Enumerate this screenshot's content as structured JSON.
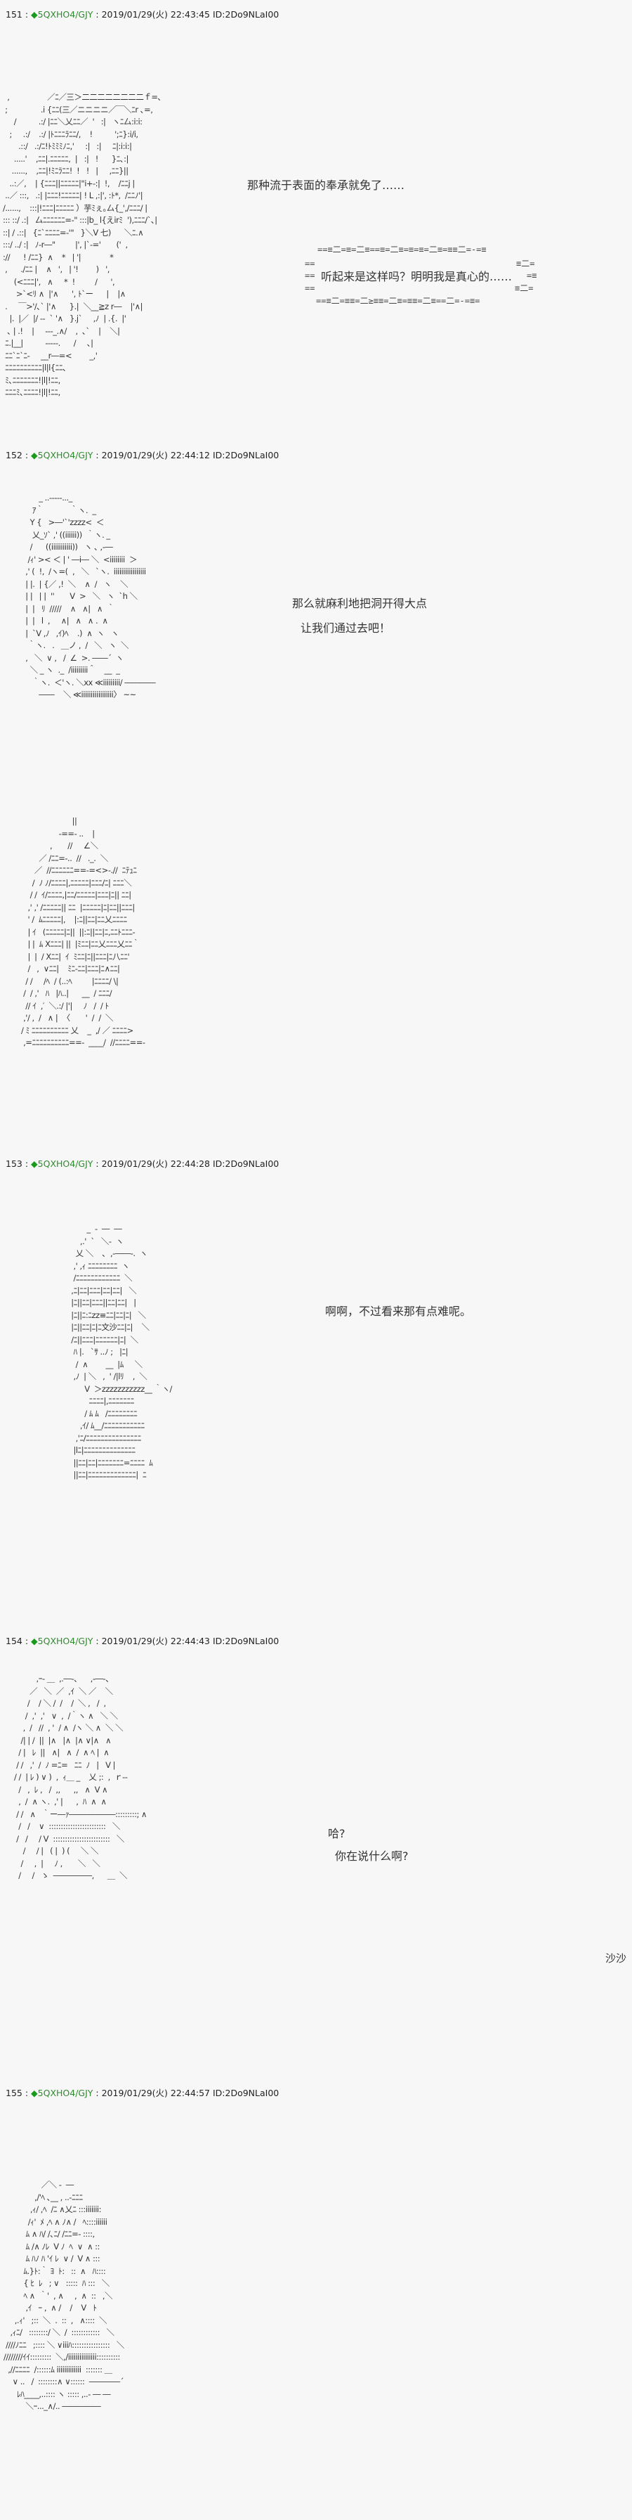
{
  "posts": [
    {
      "num": "151",
      "sep": " : ",
      "diamond": "◆",
      "trip": "5QXHO4/GJY",
      "meta": " : 2019/01/29(火) 22:43:45 ID:2Do9NLaI00",
      "lines": [
        "那种流于表面的奉承就免了……",
        "听起来是这样吗？明明我是真心的……"
      ],
      "bubble_top": "==≡二=≡=二≡==≡=二≡=≡=≡=二≡=≡≡二=-=≡",
      "bubble_bottom": "==≡二=≡≡=二≥≡≡=二≡=≡≡=二≡==二=-=≡="
    },
    {
      "num": "152",
      "sep": " : ",
      "diamond": "◆",
      "trip": "5QXHO4/GJY",
      "meta": " : 2019/01/29(火) 22:44:12 ID:2Do9NLaI00",
      "lines": [
        "那么就麻利地把洞开得大点",
        "让我们通过去吧！"
      ]
    },
    {
      "num": "153",
      "sep": " : ",
      "diamond": "◆",
      "trip": "5QXHO4/GJY",
      "meta": " : 2019/01/29(火) 22:44:28 ID:2Do9NLaI00",
      "lines": [
        "啊啊，不过看来那有点难呢。"
      ]
    },
    {
      "num": "154",
      "sep": " : ",
      "diamond": "◆",
      "trip": "5QXHO4/GJY",
      "meta": " : 2019/01/29(火) 22:44:43 ID:2Do9NLaI00",
      "lines": [
        "哈?",
        "你在说什么啊?",
        "沙沙"
      ]
    },
    {
      "num": "155",
      "sep": " : ",
      "diamond": "◆",
      "trip": "5QXHO4/GJY",
      "meta": " : 2019/01/29(火) 22:44:57 ID:2Do9NLaI00",
      "lines": []
    }
  ],
  "art": {
    "a151": "  ,                 ／ﾆ／三＞二二二二二二二二ｆ=､\n ;               .i {ﾆﾆ(三／ニニニニ／￣＼ﾆr ､=,\n     /          .:/ |ﾆﾆ＼乂ﾆﾆ／  '   :|   ヽﾆ厶:i:i:\n   ;     .:/    .:/ |ﾄﾆﾆﾆﾗﾆﾆ/,    !          ';ﾆ}:i/i,\n       .::/   .:/ﾆ!ﾄﾐﾐﾐﾉﾆ,'     :|   :|     ﾆ|:i:i:|\n     .....'    ,ﾆﾆ|.ﾆﾆﾆﾆﾆ,  |   :|   !      }ﾆ､:|\n    ......,    ,ﾆﾆ|!ﾐﾆﾗﾆﾆ!  !   !   |     ,ﾆﾆ}||\n   ..:／,    | {ﾆﾆﾆ||ﾆﾆﾆﾆﾆ|\"i+-:|  !,    /ﾆﾆj |\n ..／ :::,   .:| |ﾆﾆﾆ!ﾆﾆﾆﾆﾆ| ! L ,:|', :ﾄ*,  /ﾆﾆﾉ'|\n/......,    :::|!ﾆﾆﾆ|ﾆﾆﾆﾆﾆ ）芋ﾐぇ｡厶{_',/ﾆﾆﾆ/ |\n::: ::/ .:|   厶ﾆﾆﾆﾆﾆﾆ=-\" :::|b_ l{えirﾐ  '),ﾆﾆﾆ/`､|\n::| / .::|   {ﾆ`ﾆﾆﾆﾆ=-'\"   }＼V 七)      ＼ﾆ.∧\n:::/ ../ :|   ﾉ-r―\"         |', |`-='       ('  ,\n://      ! /ﾆﾆ}  ∧    *   | '|             *\n ,      ./ﾆﾆ |    ∧   ',   | '!        )   ',\n     (<ﾆﾆﾆ|',   ∧     *  !         /      ',\n      >`<ﾘ ∧  |'∧      ', ﾄ`ー      |    |∧\n .     ￣>'/､` |'∧      }.|  ＼__≧z r―    |'∧|\n   |.  |／  |/ --  ` '∧   }.j`     ,ﾉ  | .{.  |'\n  ､ | .!    |     ---_.∧/    ,  ､`    |    ＼|\n ﾆ.|__|          -----.      /     ､|\n ﾆﾆ`ﾆ`ﾆ-     __r―=<        _,'\n ﾆﾆﾆﾆﾆﾆﾆﾆﾆﾆ|l|l{ﾆﾆ､\n ﾐ､ﾆﾆﾆﾆﾆﾆﾆ!|l|!ﾆﾆ,\n ﾆﾆﾆﾐ､ﾆﾆﾆﾆ!|l|!ﾆﾆ,",
    "a152a": "        _ ..-----..._\n     ｱ｀            ｀ヽ.  _\n    Y {   >―'`'zzzz<  ＜\n     乂_ｿ` ,' ((iiiiii))  ｀ヽ. _\n    /      ((iiiiiiiiiii))   ヽ ､ ,-―\n   /ｨ' >< ＜ | ' ―i― ＼  <iiiiiiii  ＞\n  ,' (  !,  /ヽ=(  ,   ＼   `ヽ.  iiiiiiiiiiiiiiiii\n  | |.  | {／ ,!  ＼    ∧  /   ヽ    ＼\n  | |   | |  ''       V  >   ＼   ヽ  `h ＼\n  |  |   ﾘ  /////    ∧   ∧|   ∧  ｀\n  |  |   l  ,     ∧|   ∧   ∧ .  ∧\n  |  `V ,ﾉ   ,ｲ)ﾍ    .)  ∧  ヽ   ヽ\n   ｀ヽ.   .   ＿ノ ,  /   ＼   ヽ  ＼\n  ,   ＼  ∨ ,   /  ∠  >. ――´  ヽ\n    ＼ _ ヽ  ._  /iiiiiiiii＾    __  _\n     ｀ヽ.  ＜'ヽ. ＼xx ≪iiiiiiiii/ ――――\n        ――    ＼ ≪iiiiiiiiiiiiiiiii〉 ~~",
    "a152b": "                       ||\n                 -==- ..    |\n             ,       //     ∠＼\n        ／ /ﾆﾆ=-..  //   ._.  ＼\n      ／  //ﾆﾆﾆﾆﾆﾆ==-=<>-.//  ﾆﾃｭﾆ\n     /  ﾉ ﾉ/ﾆﾆﾆﾆ|,ﾆﾆﾆﾆﾆ|ﾆﾆﾆ/ﾆ| ﾆﾆﾆ＼\n    / /  ｲ/ﾆﾆﾆﾆ,|ﾆﾆ/ﾆﾆﾆﾆﾆ|ﾆﾆﾆ|ﾆ|| ﾆﾆ|\n   ,' ,' /ﾆﾆﾆﾆﾆ|| ﾆﾆ  |ﾆﾆﾆﾆﾆ|ﾆ|ﾆﾆ||ﾆﾆﾆ|\n   ' /  ﾑﾆﾆﾆﾆﾆ|,    |:ﾆ||ﾆﾆ|ﾆﾆ乂ﾆﾆﾆﾆ\n   | ｲ   (ﾆﾆﾆﾆﾆ|ﾆ||  ||:ﾆ||ﾆﾆ|ﾆ,ﾆﾆﾄﾆﾆﾆ-\n   | |  ﾑ Xﾆﾆﾆ| ||  |ﾐﾆﾆ|ﾆﾆ乂ﾆﾆﾆ乂ﾆﾆ｀\n   |  |  / Xﾆﾆ|  ｲ  ﾐﾆﾆ|ﾆ||ﾆﾆﾆ|ﾆ八ﾆﾆ'\n   /   ,  ∨ﾆﾆ|    ﾐﾆ-ﾆﾆ|ﾆﾆﾆ|ﾆ∧ﾆﾆ|\n  / /     /ﾍ  / (..:ﾍ         |ﾆﾆﾆﾆ/ \\|\n /  / ,'   ﾊ   |ﾊ..|      __  / ﾆﾆﾆ/\n  // ｲ  ,′  ＼.:/ |'|     ﾉ   /  / ﾄ\n ,'/ ,  /   ∧ |  〈       '  /  /  ＼\n/ ﾐ ﾆﾆﾆﾆﾆﾆﾆﾆﾆﾆ 乂    _  ,/ ／ ﾆﾆﾆﾆ>\n ,=ﾆﾆﾆﾆﾆﾆﾆﾆﾆﾆ==-  ____/  //ﾆﾆﾆﾆ==-",
    "a153": "         _  -  ―  ―\n      ,.'  `   ＼-  ヽ\n    乂 ＼    ､  ,-――-.  ヽ\n   ,' ,ｨ ﾆﾆﾆﾆﾆﾆﾆﾆ  ヽ\n   /ﾆﾆﾆﾆﾆﾆﾆﾆﾆﾆﾆﾆ  ＼\n  ,ﾆ|ﾆﾆ|ﾆﾆﾆ|ﾆﾆ|ﾆﾆ|   ＼\n  |ﾆ||ﾆﾆ|ﾆﾆﾆ||ﾆﾆ|ﾆﾆ|   |\n  |ﾆ||ﾆ:ﾆzz≡ﾆﾆ|ﾆﾆ|ﾆ|   ＼\n  |ﾆ||ﾆﾆ|ﾆ|ﾆ文沙ﾆﾆ|ﾆ|    ＼\n  /ﾆ||ﾆﾆﾆ|ﾆﾆﾆﾆﾆﾆ|ﾆ|  ＼\n   ﾊ |.   `ｻ ..ﾉ ;   |ﾆ|\n    /  ∧        __  |ﾑ     ＼\n   ,ﾉ  | ＼   ,  ' /|lﾘ    ,  ＼\n        V  ＞zzzzzzzzzzz__ ｀ヽ/\n          ﾆﾆﾆﾆ|,ﾆﾆﾆﾆﾆﾆﾆ\n        / ﾑ ﾑ   /ﾆﾆﾆﾆﾆﾆﾆﾆ\n      ,ｲ/ ﾑ__/ﾆﾆﾆﾆﾆﾆﾆﾆﾆﾆﾆ\n    ,'ﾆ/ﾆﾆﾆﾆﾆﾆﾆﾆﾆﾆﾆﾆﾆﾆﾆ\n   |lﾆ|ﾆﾆﾆﾆﾆﾆﾆﾆﾆﾆﾆﾆﾆﾆ\n   ||ﾆﾆ|ﾆﾆ|ﾆﾆﾆﾆﾆﾆﾆ=ﾆﾆﾆﾆ  ﾑ\n   ||ﾆﾆ|ﾆﾆﾆﾆﾆﾆﾆﾆﾆﾆﾆﾆﾆ|  ﾆ",
    "a154": "          ,ｰ- ＿  ,.―-、    ,-―-、\n       ／   ＼  ／  ,ｲ  ＼ ／    ＼\n      /    / ＼ /  /    /  ＼ ,   /  ,\n     /  ,'  ,'   ∨  ,  /｀ヽ ∧   ＼ ＼\n    ,  /   //  , '  / ∧  /ヽ ＼ ∧  ＼ ＼\n   /| | /  ||  |∧   |∧  |∧ ∨|∧   ∧\n  / |   ﾚ  ||   ∧|   ∧  /  ∧ ﾍ |  ∧\n / /   ,'  /  ﾉ =ﾆ=   ﾆﾆ  ﾉ   |   V |\n/ /  | ﾚ ) ∨ )  ,  ｨ＿ _    乂 ;:  ,  ｒ--\n  /   ,  ﾚ ,   /  ,,      ,,   ∧  V ∧\n  ,  /  ∧ ヽ.  ,' |      ,  ﾊ  ∧  ∧\n / /   ∧   ｀ー―ｧ――――――:::::::::; ∧\n  /   /    ∨  ::::::::::::::::::::::::   ＼\n /   /     / V  ::::::::::::::::::::::::   ＼\n    /     / |   ( |  ) (     ＼ ＼\n   /     ,  |     ﾉ ,       ＼   ＼\n  /     /   ゝ  ―――――,      ＿  ＼",
    "a155": "                 ／＼ -  ―\n              ,/'ﾍ ､__ , ..-ﾆﾆﾆ\n            ,ｨ/ ,ﾍ  /ﾆ ∧乂ﾆ :::iiiiiii:\n           /ｨ'  ﾒ ,ﾍ ∧ ﾉ∧ /   ﾍ::::iiiiii\n          ﾑ ∧ ﾊ/ /､ﾆ/ /ﾆﾆ=- ::::,\n          ﾑ /∧ ﾉﾚ  V ﾉ  ﾍ  ∨  ∧ ::\n          ﾑ ﾊﾉ ﾊ 'ｲ ﾚ  ∨ /  V ∧ :::\n         ﾑ.}ﾄ:｀ ﾖ  ﾄ:   ::  ∧   ﾊ::::\n         { ﾋ  ﾚ   ; ∨   :::::  ﾊ :::   ＼\n         ﾍ ∧  ｀'  , ∧     ,  ∧  ::   ,＼\n          ,ｲ   ｰ ,  ∧ /    /    V   ﾄ\n     ,.ｨ'   ;::  ＼  .  ::  ,   ∧::::  ＼\n   ,ｨﾆ/   ::::::::/ ＼  /  ::::::::::::   ＼\n ////ﾉﾆﾆ   ;:::: ＼ ∨iiiﾊ::::::::::::::::   ＼\n////////ｲｲ:::::::::  ＼,/iiiiiiiiiiiiiii::::::::::\n  ,//ﾆﾆﾆﾆ  /::::::ﾑ iiiiiiiiiiiii  ::::::: ＿\n    ∨ ..   /  ::::::::∧ ∨::::::  ――――´\n      ﾚﾊ____,..:::: ヽ ::::: ,..- ― ―\n          ＼ｰ..._∧/.. ―――――"
  }
}
